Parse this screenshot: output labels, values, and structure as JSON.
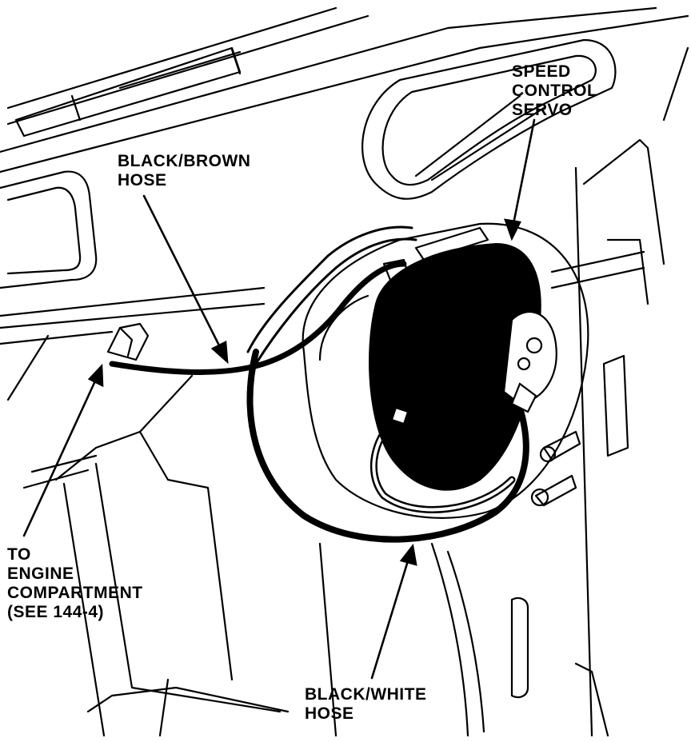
{
  "labels": {
    "speed_control_servo": [
      "SPEED",
      "CONTROL",
      "SERVO"
    ],
    "black_brown_hose": [
      "BLACK/BROWN",
      "HOSE"
    ],
    "to_engine_compartment": [
      "TO",
      "ENGINE",
      "COMPARTMENT",
      "(SEE 144-4)"
    ],
    "black_white_hose": [
      "BLACK/WHITE",
      "HOSE"
    ]
  },
  "colors": {
    "ink": "#000000",
    "paper": "#ffffff"
  }
}
